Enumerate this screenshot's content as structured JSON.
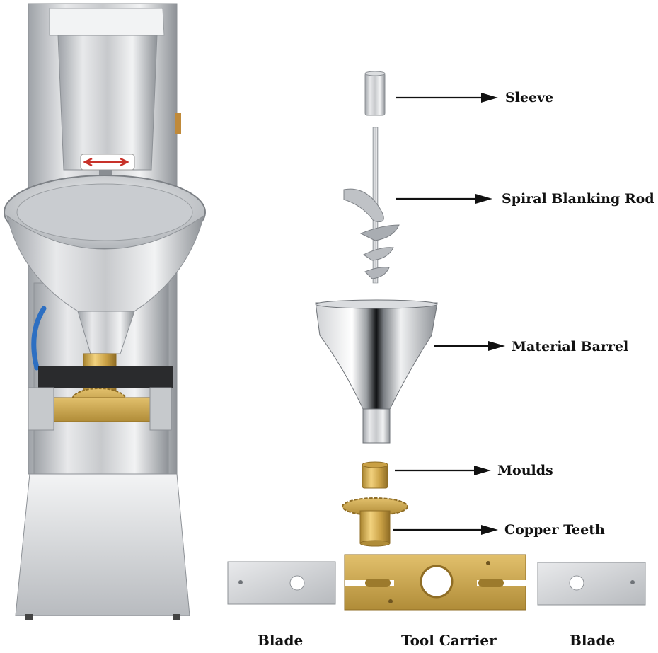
{
  "labels": {
    "sleeve": "Sleeve",
    "spiral_rod": "Spiral Blanking Rod",
    "material_barrel": "Material Barrel",
    "moulds": "Moulds",
    "copper_teeth": "Copper Teeth"
  },
  "bottom_labels": {
    "blade_left": "Blade",
    "tool_carrier": "Tool Carrier",
    "blade_right": "Blade"
  },
  "colors": {
    "steel_light": "#e6e7e9",
    "steel_mid": "#b9bcc0",
    "steel_dark": "#6f7378",
    "brass": "#d4ad55",
    "brass_dark": "#9c7a2c",
    "arrow": "#111111",
    "machine_blue": "#2d6fc2",
    "label_red": "#c8322a"
  },
  "icons": [
    "arrow-right-icon"
  ]
}
